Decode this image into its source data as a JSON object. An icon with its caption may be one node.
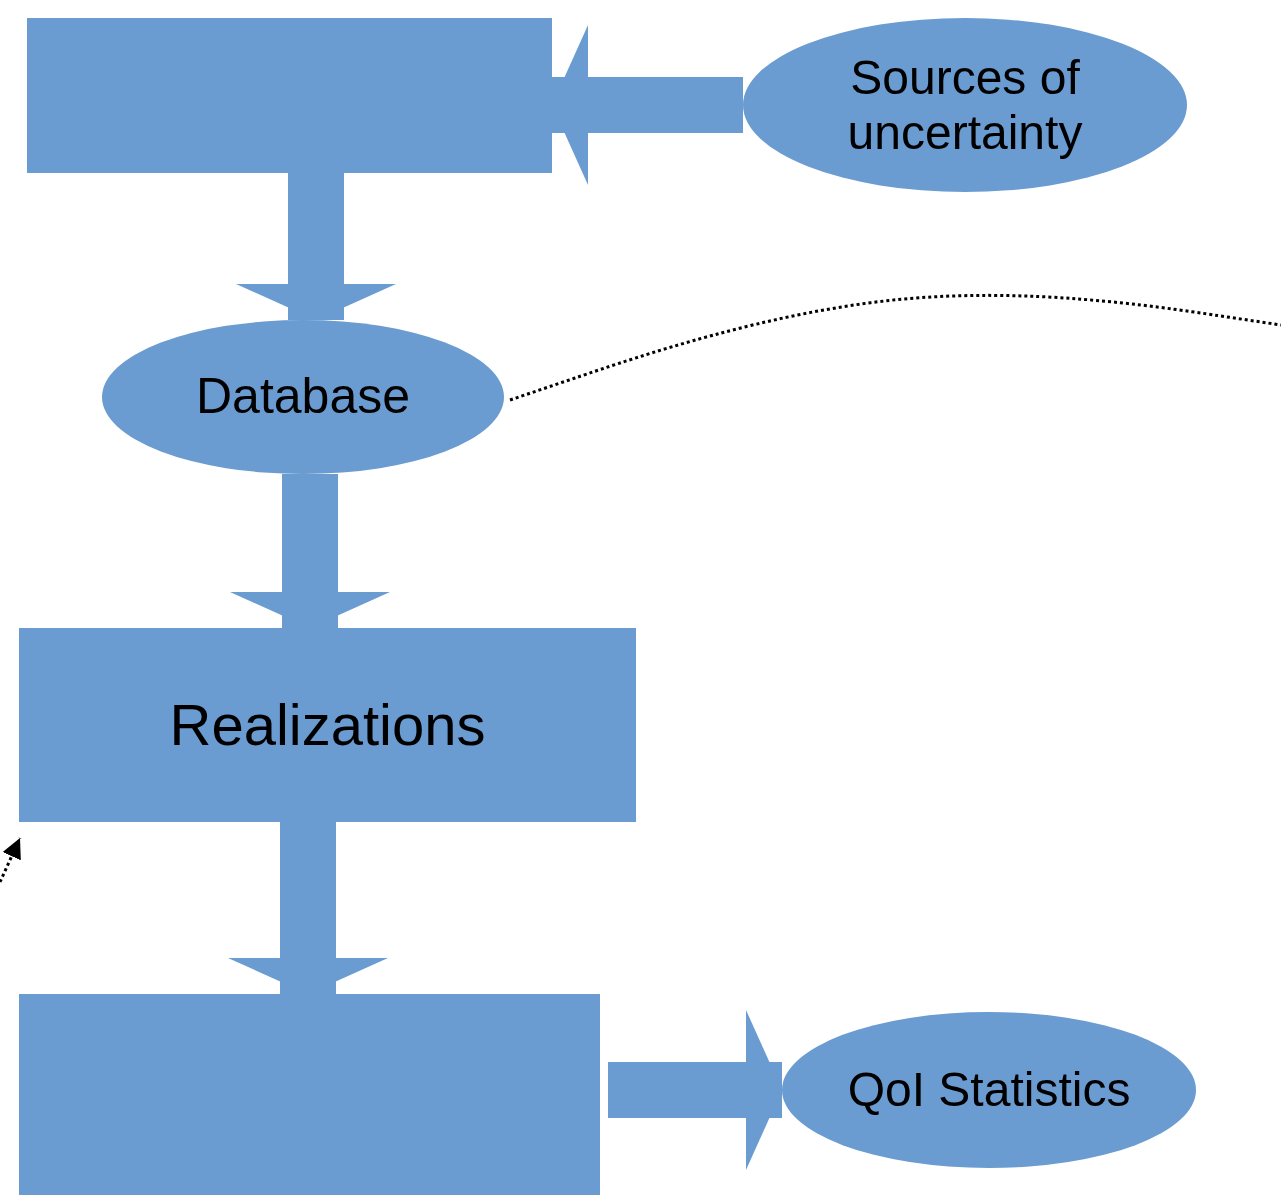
{
  "diagram": {
    "nodes": [
      {
        "text": [],
        "shape": "box"
      },
      {
        "text": [
          "Sources of uncertainty"
        ]
      },
      {
        "text": [
          "Database"
        ]
      },
      {
        "text": [
          "Realizations"
        ]
      },
      {
        "text": [],
        "shape": "box"
      },
      {
        "text": [
          "QoI Statistics"
        ]
      }
    ],
    "edges": [
      {
        "from": 1,
        "to": 0,
        "arrow": "to"
      },
      {
        "from": 0,
        "to": 2,
        "arrow": "to"
      },
      {
        "from": 2,
        "to": 3,
        "arrow": "to"
      },
      {
        "from": 3,
        "to": 4,
        "arrow": "to"
      },
      {
        "from": 4,
        "to": 5,
        "arrow": "to"
      },
      {
        "from": 2,
        "to": null,
        "arrow": "none",
        "style": "dashed",
        "color": "#000000"
      },
      {
        "from": null,
        "to": 3,
        "arrow": "to",
        "style": "dashed",
        "color": "#000000"
      }
    ]
  }
}
